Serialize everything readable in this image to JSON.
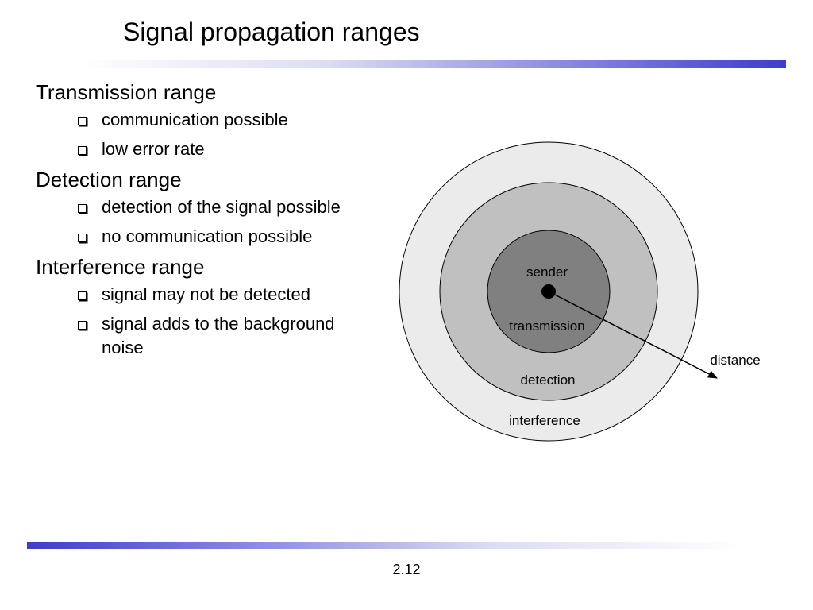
{
  "slide": {
    "title": "Signal propagation ranges",
    "page_number": "2.12"
  },
  "sections": [
    {
      "heading": "Transmission range",
      "items": [
        "communication possible",
        "low error rate"
      ]
    },
    {
      "heading": "Detection range",
      "items": [
        "detection of the signal possible",
        "no communication possible"
      ]
    },
    {
      "heading": "Interference range",
      "items": [
        "signal may not be detected",
        "signal adds to the background noise"
      ]
    }
  ],
  "diagram": {
    "labels": {
      "sender": "sender",
      "transmission": "transmission",
      "detection": "detection",
      "interference": "interference",
      "distance": "distance"
    },
    "colors": {
      "interference_fill": "#ebebeb",
      "detection_fill": "#c0c0c0",
      "transmission_fill": "#808080",
      "sender_dot": "#000000"
    }
  },
  "colors": {
    "accent": "#3d3dcc"
  }
}
